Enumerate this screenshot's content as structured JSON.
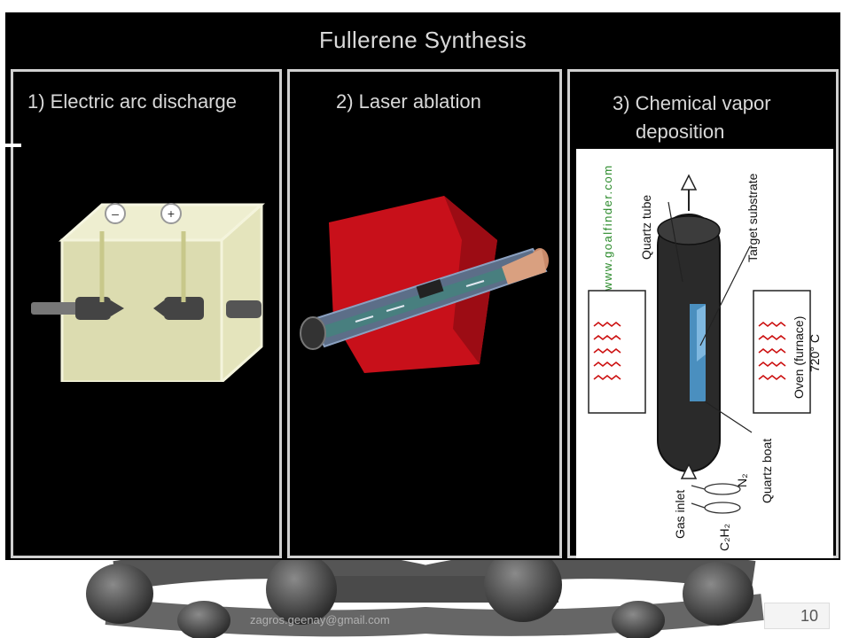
{
  "slide": {
    "title": "Fullerene Synthesis",
    "panels": [
      {
        "heading_lines": [
          "1) Electric arc discharge"
        ]
      },
      {
        "heading_lines": [
          "2) Laser ablation"
        ]
      },
      {
        "heading_lines": [
          "3) Chemical vapor",
          "deposition"
        ]
      }
    ],
    "arc": {
      "minus_symbol": "⊖",
      "plus_symbol": "⊕"
    },
    "cvd": {
      "watermark": "www.goalfinder.com",
      "label_quartz_tube": "Quartz tube",
      "label_target_substrate": "Target substrate",
      "label_oven": "Oven (furnace)",
      "label_temp": "720° C",
      "label_quartz_boat": "Quartz boat",
      "label_gas_inlet": "Gas inlet",
      "label_n2": "N₂",
      "label_c2h2": "C₂H₂"
    },
    "footer_email": "zagros.geenay@gmail.com",
    "slide_number": "10"
  }
}
